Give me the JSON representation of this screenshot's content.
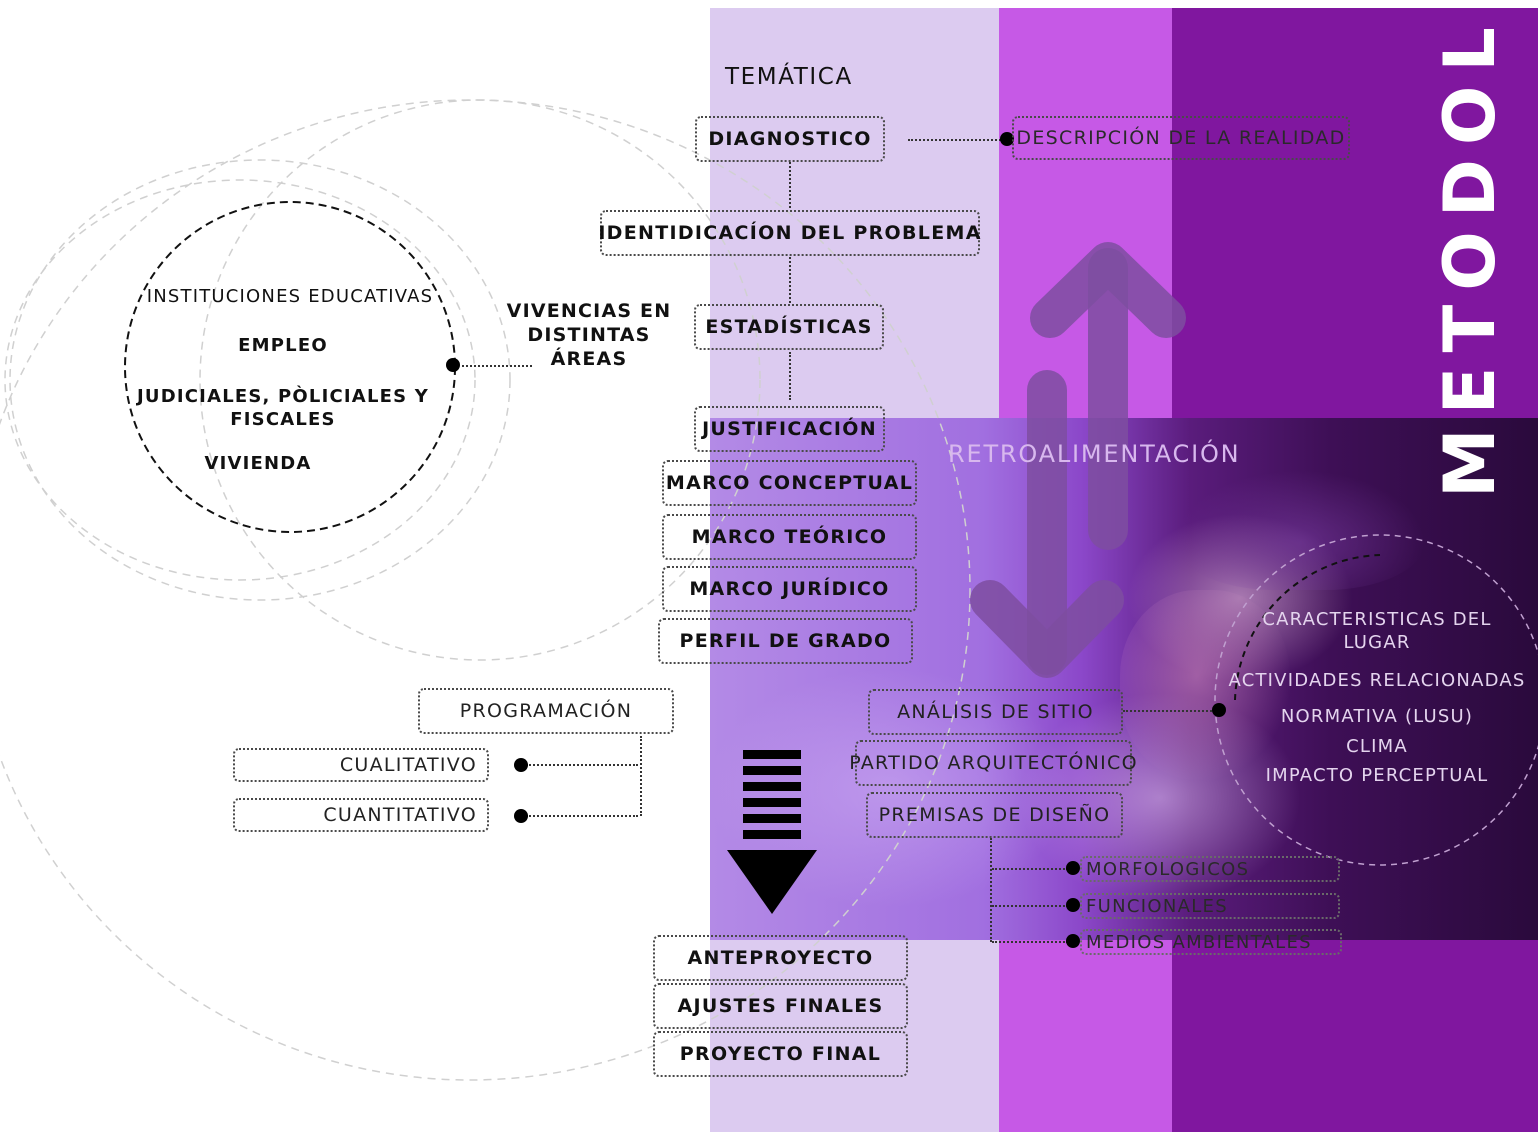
{
  "title": "METODOLÓGIA",
  "tematica": "TEMÁTICA",
  "main_flow": {
    "diagnostico": "DIAGNOSTICO",
    "identificacion": "IDENTIDICACÍON DEL PROBLEMA",
    "estadisticas": "ESTADÍSTICAS",
    "justificacion": "JUSTIFICACIÓN",
    "marco_conceptual": "MARCO CONCEPTUAL",
    "marco_teorico": "MARCO TEÓRICO",
    "marco_juridico": "MARCO JURÍDICO",
    "perfil_grado": "PERFIL DE GRADO",
    "anteproyecto": "ANTEPROYECTO",
    "ajustes_finales": "AJUSTES FINALES",
    "proyecto_final": "PROYECTO FINAL"
  },
  "descripcion_realidad": "DESCRIPCIÓN DE LA REALIDAD",
  "vivencias": {
    "line1": "VIVENCIAS EN",
    "line2": "DISTINTAS",
    "line3": "ÁREAS"
  },
  "circle_items": {
    "instituciones": "INSTITUCIONES EDUCATIVAS",
    "empleo": "EMPLEO",
    "judiciales_1": "JUDICIALES, PÒLICIALES Y",
    "judiciales_2": "FISCALES",
    "vivienda": "VIVIENDA"
  },
  "programacion": {
    "label": "PROGRAMACIÓN",
    "cualitativo": "CUALITATIVO",
    "cuantitativo": "CUANTITATIVO"
  },
  "retroalimentacion": "RETROALIMENTACIÓN",
  "sitio": {
    "analisis": "ANÁLISIS DE SITIO",
    "partido": "PARTIDO ARQUITECTÓNICO",
    "premisas": "PREMISAS DE DISEÑO"
  },
  "site_items": {
    "caracteristicas_1": "CARACTERISTICAS DEL",
    "caracteristicas_2": "LUGAR",
    "actividades": "ACTIVIDADES RELACIONADAS",
    "normativa": "NORMATIVA (LUSU)",
    "clima": "CLIMA",
    "impacto": "IMPACTO PERCEPTUAL"
  },
  "premisas_items": {
    "morfologicos": "MORFOLOGICOS",
    "funcionales": "FUNCIONALES",
    "medios": "MEDIOS AMBIENTALES"
  },
  "colors": {
    "band_light": "#dccbf0",
    "band_mid": "#c659e6",
    "band_dark": "#80179f",
    "accent_text": "#ffffff"
  }
}
